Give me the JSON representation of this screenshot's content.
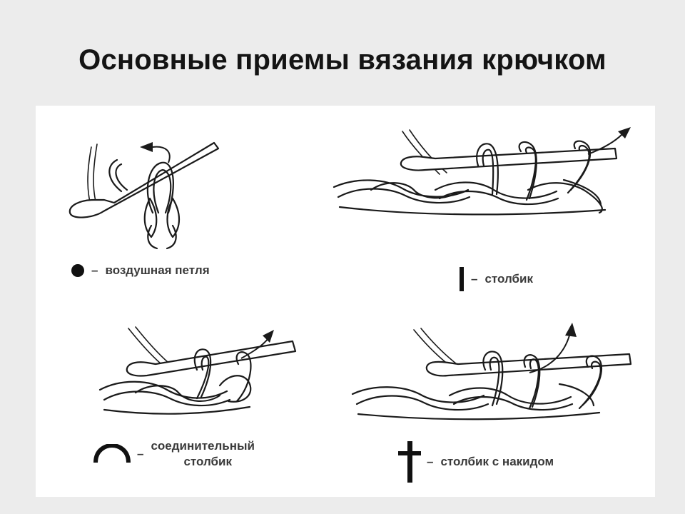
{
  "title": "Основные приемы вязания крючком",
  "stitches": [
    {
      "id": "chain",
      "symbol_icon": "filled-dot-icon",
      "dash": "–",
      "label": "воздушная петля"
    },
    {
      "id": "single-crochet",
      "symbol_icon": "vertical-bar-icon",
      "dash": "–",
      "label": "столбик"
    },
    {
      "id": "slip-stitch",
      "symbol_icon": "arc-icon",
      "dash": "–",
      "label_lines": [
        "соединительный",
        "столбик"
      ]
    },
    {
      "id": "double-crochet",
      "symbol_icon": "cross-icon",
      "dash": "–",
      "label": "столбик с накидом"
    }
  ]
}
